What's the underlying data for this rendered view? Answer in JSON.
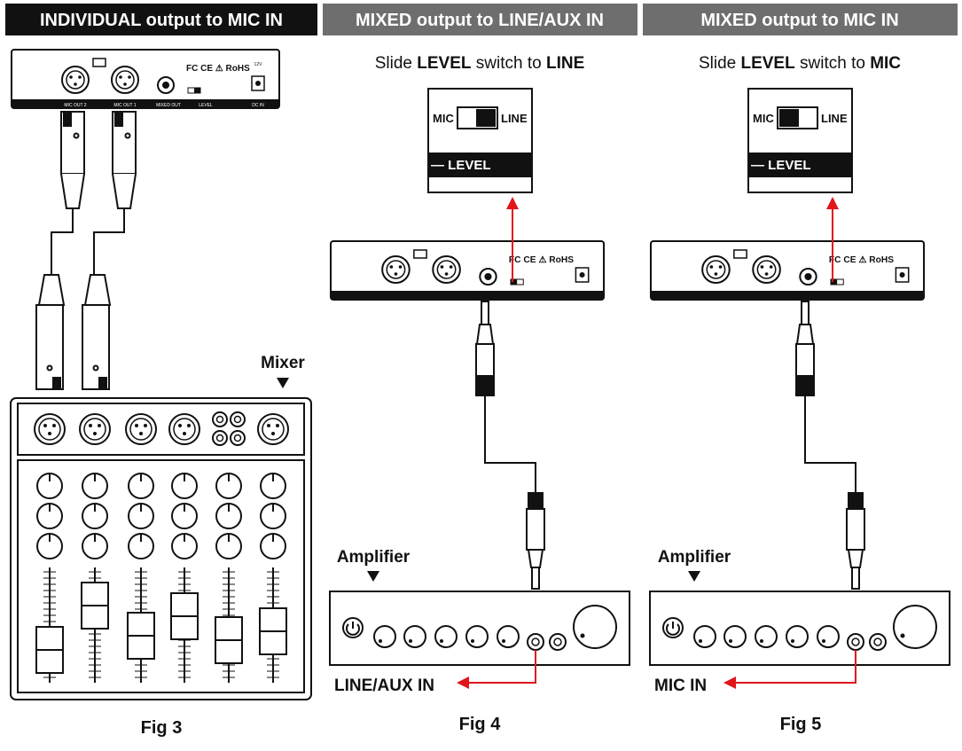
{
  "panels": [
    {
      "header": "INDIVIDUAL output to MIC IN",
      "device_label": "Mixer",
      "caption": "Fig 3"
    },
    {
      "header": "MIXED output to LINE/AUX IN",
      "instruction_prefix": "Slide ",
      "instruction_bold1": "LEVEL",
      "instruction_mid": " switch to ",
      "instruction_bold2": "LINE",
      "device_label": "Amplifier",
      "input_label": "LINE/AUX IN",
      "caption": "Fig 4"
    },
    {
      "header": "MIXED output to MIC IN",
      "instruction_prefix": "Slide ",
      "instruction_bold1": "LEVEL",
      "instruction_mid": " switch to ",
      "instruction_bold2": "MIC",
      "device_label": "Amplifier",
      "input_label": "MIC IN",
      "caption": "Fig 5"
    }
  ],
  "switch_callout": {
    "left_label": "MIC",
    "right_label": "LINE",
    "level_label": "— LEVEL"
  },
  "receiver": {
    "marks": "FC CE ⚠ RoHS",
    "port_labels": [
      "MIC OUT 2",
      "MIC OUT 1",
      "MIXED OUT",
      "LEVEL",
      "DC IN"
    ],
    "dc_label": "12V"
  },
  "colors": {
    "header_dark": "#111111",
    "header_gray": "#6e6e6e",
    "signal_arrow": "#e0161b"
  }
}
